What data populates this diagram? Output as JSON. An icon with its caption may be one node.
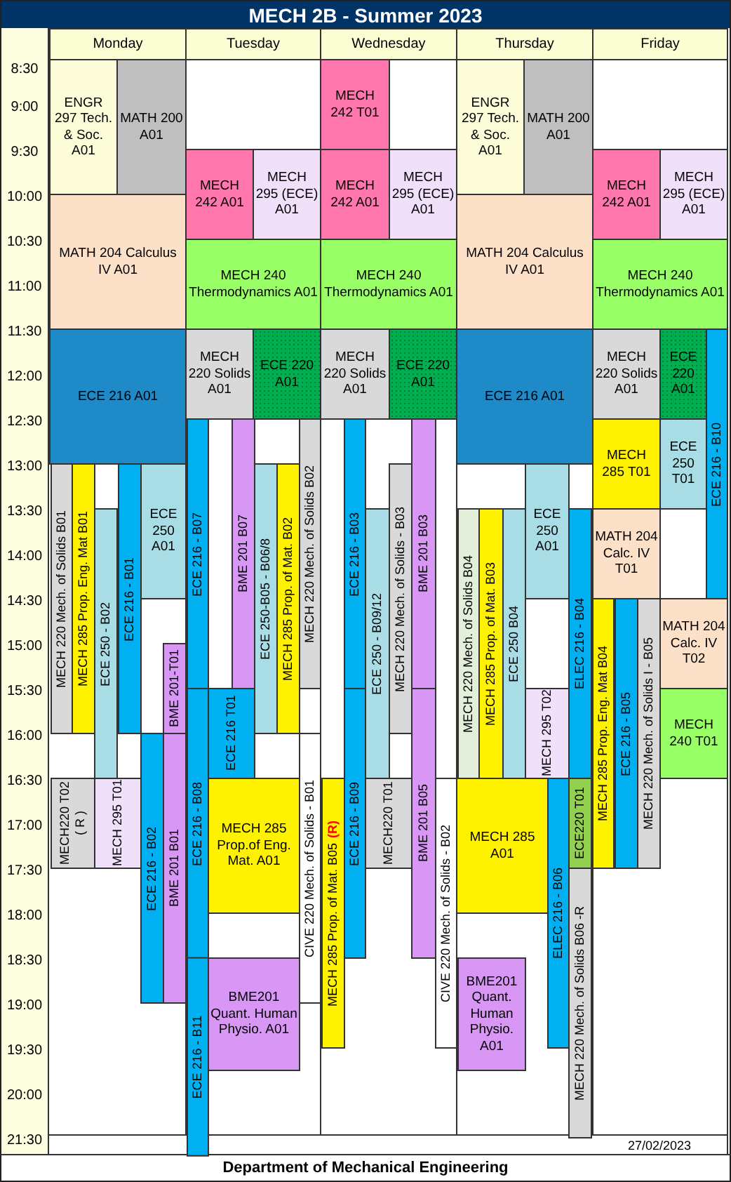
{
  "diagram": {
    "title": "MECH 2B - Summer 2023",
    "caption": "Department of Mechanical Engineering",
    "nodes": [
      {
        "text": [
          "ENGR 297 Tech. & Soc. A01"
        ]
      },
      {
        "text": [
          "MATH 200 A01"
        ]
      },
      {
        "text": [
          "MATH 204 Calculus IV A01"
        ]
      },
      {
        "text": [
          "ECE 216 A01"
        ]
      },
      {
        "text": [
          "MECH 220 Mech. of Solids B01"
        ]
      },
      {
        "text": [
          "MECH 285 Prop. Eng. Mat B01"
        ]
      },
      {
        "text": [
          "ECE 250 - B02"
        ]
      },
      {
        "text": [
          "ECE 216 - B01"
        ]
      },
      {
        "text": [
          "ECE 250 A01"
        ]
      },
      {
        "text": [
          "BME 201-T01"
        ]
      },
      {
        "text": [
          "MECH220 T02 ( R )"
        ]
      },
      {
        "text": [
          "MECH 295 T01"
        ]
      },
      {
        "text": [
          "ECE 216 - B02"
        ]
      },
      {
        "text": [
          "BME 201 B01"
        ]
      },
      {
        "text": [
          "MECH 242 A01"
        ]
      },
      {
        "text": [
          "MECH 295 (ECE) A01"
        ]
      },
      {
        "text": [
          "MECH 240 Thermodynamics A01"
        ]
      },
      {
        "text": [
          "MECH 220 Solids A01"
        ]
      },
      {
        "text": [
          "ECE 220 A01"
        ]
      },
      {
        "text": [
          "ECE 216 - B07"
        ]
      },
      {
        "text": [
          "BME 201 B07"
        ]
      },
      {
        "text": [
          "ECE 250-B05 - B06/8"
        ]
      },
      {
        "text": [
          "MECH 285 Prop. of Mat. B02"
        ]
      },
      {
        "text": [
          "MECH 220 Mech. of Solids B02"
        ]
      },
      {
        "text": [
          "ECE 216 - B08"
        ]
      },
      {
        "text": [
          "ECE 216 T01"
        ]
      },
      {
        "text": [
          "MECH 285 Prop.of Eng. Mat. A01"
        ]
      },
      {
        "text": [
          "CIVE 220 Mech. of Solids - B01"
        ]
      },
      {
        "text": [
          "ECE 216 - B11"
        ]
      },
      {
        "text": [
          "BME201 Quant. Human Physio. A01"
        ]
      },
      {
        "text": [
          "MECH 242 T01"
        ]
      },
      {
        "text": [
          "MECH 242 A01"
        ]
      },
      {
        "text": [
          "MECH 295 (ECE) A01"
        ]
      },
      {
        "text": [
          "MECH 240 Thermodynamics A01"
        ]
      },
      {
        "text": [
          "MECH 220 Solids A01"
        ]
      },
      {
        "text": [
          "ECE 220 A01"
        ]
      },
      {
        "text": [
          "ECE 216 - B03"
        ]
      },
      {
        "text": [
          "ECE 250 - B09/12"
        ]
      },
      {
        "text": [
          "MECH 220 Mech. of Solids - B03"
        ]
      },
      {
        "text": [
          "BME 201 B03"
        ]
      },
      {
        "text": [
          "ECE 216 - B09"
        ]
      },
      {
        "text": [
          "MECH220 T01"
        ]
      },
      {
        "text": [
          "BME 201 B05"
        ]
      },
      {
        "text": [
          "MECH 285 Prop. of Mat. B05 **(R)**"
        ]
      },
      {
        "text": [
          "CIVE 220 Mech. of Solids - B02"
        ]
      },
      {
        "text": [
          "ENGR 297 Tech. & Soc. A01"
        ]
      },
      {
        "text": [
          "MATH 200 A01"
        ]
      },
      {
        "text": [
          "MATH 204 Calculus IV A01"
        ]
      },
      {
        "text": [
          "ECE 216 A01"
        ]
      },
      {
        "text": [
          "ECE 250 A01"
        ]
      },
      {
        "text": [
          "MECH 220 Mech. of Solids B04"
        ]
      },
      {
        "text": [
          "MECH 285 Prop. of Mat. B03"
        ]
      },
      {
        "text": [
          "ECE 250 B04"
        ]
      },
      {
        "text": [
          "MECH 295 T02"
        ]
      },
      {
        "text": [
          "ELEC 216 - B04"
        ]
      },
      {
        "text": [
          "MECH 285 A01"
        ]
      },
      {
        "text": [
          "ELEC 216 - B06"
        ]
      },
      {
        "text": [
          "ECE220 T01"
        ]
      },
      {
        "text": [
          "MECH 220 Mech. of Solids B06 -R"
        ]
      },
      {
        "text": [
          "BME201 Quant. Human Physio. A01"
        ]
      },
      {
        "text": [
          "MECH 242 A01"
        ]
      },
      {
        "text": [
          "MECH 295 (ECE) A01"
        ]
      },
      {
        "text": [
          "MECH 240 Thermodynamics A01"
        ]
      },
      {
        "text": [
          "MECH 220 Solids A01"
        ]
      },
      {
        "text": [
          "ECE 220 A01"
        ]
      },
      {
        "text": [
          "ECE 216 - B10"
        ]
      },
      {
        "text": [
          "MECH 285 T01"
        ]
      },
      {
        "text": [
          "ECE 250 T01"
        ]
      },
      {
        "text": [
          "MATH 204 Calc. IV T01"
        ]
      },
      {
        "text": [
          "MECH 285 Prop. Eng. Mat B04"
        ]
      },
      {
        "text": [
          "ECE 216 - B05"
        ]
      },
      {
        "text": [
          "MECH 220 Mech. of Solids I - B05"
        ]
      },
      {
        "text": [
          "MATH 204 Calc. IV T02"
        ]
      },
      {
        "text": [
          "MECH 240 T01"
        ]
      }
    ],
    "labels": [
      "Monday",
      "Tuesday",
      "Wednesday",
      "Thursday",
      "Friday",
      "8:30",
      "9:00",
      "9:30",
      "10:00",
      "10:30",
      "11:00",
      "11:30",
      "12:00",
      "12:30",
      "13:00",
      "13:30",
      "14:00",
      "14:30",
      "15:00",
      "15:30",
      "16:00",
      "16:30",
      "17:00",
      "17:30",
      "18:00",
      "18:30",
      "19:00",
      "19:30",
      "20:00",
      "21:30",
      "27/02/2023"
    ]
  }
}
